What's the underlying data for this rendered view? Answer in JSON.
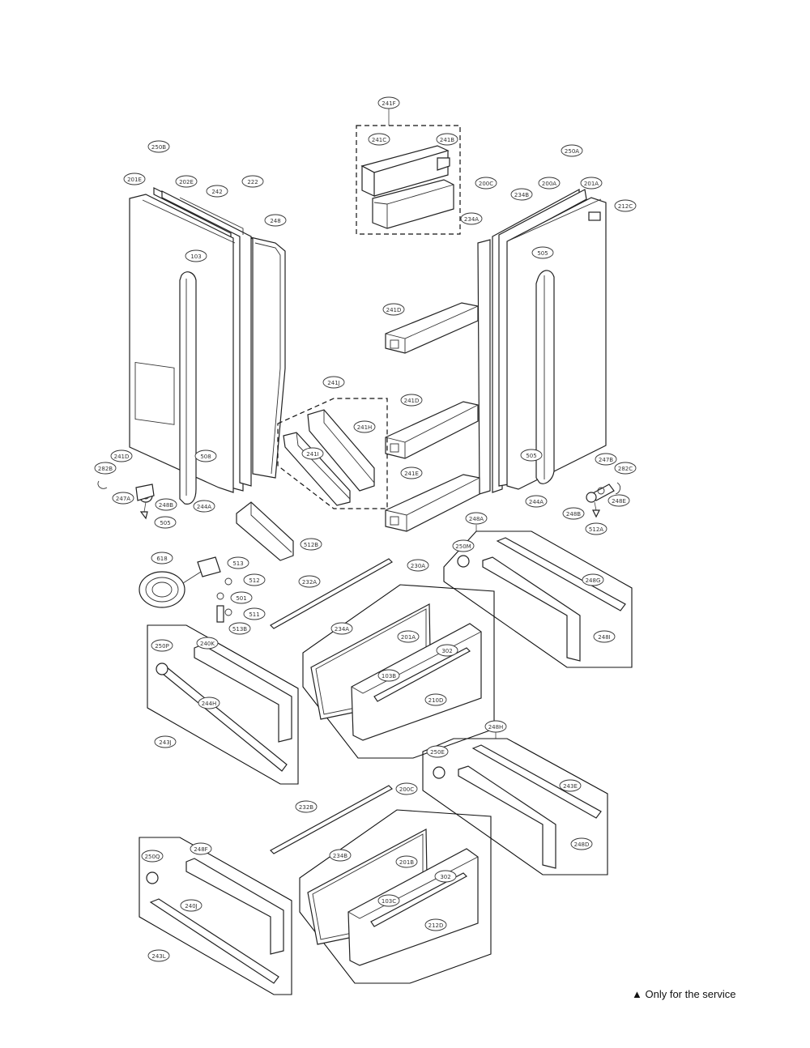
{
  "callouts": {
    "c_241f_top": "241F",
    "c_241c_top": "241C",
    "c_241b_top": "241B",
    "c_250b_l": "250B",
    "c_201e": "201E",
    "c_202e": "202E",
    "c_242": "242",
    "c_222": "222",
    "c_248": "248",
    "c_103": "103",
    "c_508_l": "508",
    "c_241d_l": "241D",
    "c_282b_l": "282B",
    "c_247a_l": "247A",
    "c_248b_l": "248B",
    "c_505_l": "505",
    "c_244a_l": "244A",
    "c_250a_r": "250A",
    "c_200c": "200C",
    "c_234a_top": "234A",
    "c_234b": "234B",
    "c_200a": "200A",
    "c_201a_top": "201A",
    "c_212c": "212C",
    "c_505_r": "505",
    "c_505b_r": "505",
    "c_241d_r1": "241D",
    "c_241d_r2": "241D",
    "c_241e_r": "241E",
    "c_241j": "241J",
    "c_241h": "241H",
    "c_241i": "241I",
    "c_244a_r": "244A",
    "c_247b_r": "247B",
    "c_282c_r": "282C",
    "c_248b_r": "248B",
    "c_248e_r": "248E",
    "c_512a": "512A",
    "c_512b": "512B",
    "c_618": "618",
    "c_513": "513",
    "c_512": "512",
    "c_501": "501",
    "c_511": "511",
    "c_513b": "513B",
    "c_232a": "232A",
    "c_230a": "230A",
    "c_234a_mid": "234A",
    "c_201a_mid": "201A",
    "c_302": "302",
    "c_103b": "103B",
    "c_210d": "210D",
    "c_248a": "248A",
    "c_250m": "250M",
    "c_248g": "248G",
    "c_248i": "248I",
    "c_250p": "250P",
    "c_240k": "240K",
    "c_244h": "244H",
    "c_243j": "243J",
    "c_248h": "248H",
    "c_250e": "250E",
    "c_243e": "243E",
    "c_248d": "248D",
    "c_232b": "232B",
    "c_200c_low": "200C",
    "c_234b_low": "234B",
    "c_201b": "201B",
    "c_302b": "302",
    "c_103c": "103C",
    "c_212d": "212D",
    "c_250q": "250Q",
    "c_248f": "248F",
    "c_240j": "240J",
    "c_243l": "243L"
  },
  "footnote": {
    "symbol": "▲",
    "text": "Only for the service"
  }
}
